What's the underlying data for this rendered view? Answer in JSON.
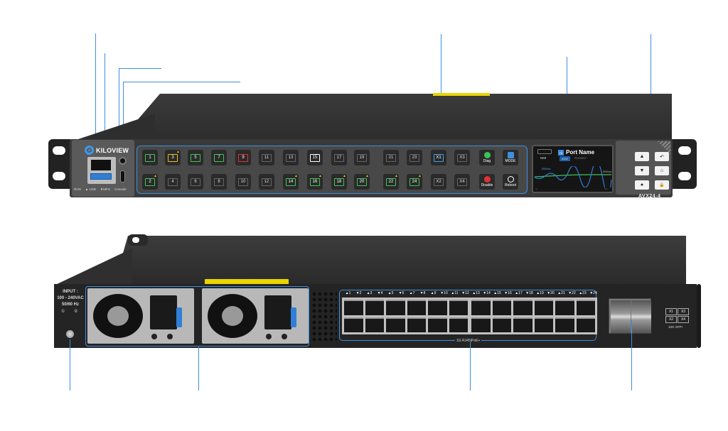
{
  "brand": "KILOVIEW",
  "model": "AVX24-4",
  "front": {
    "io_labels": [
      "RUN",
      "▲ USB",
      "▼MFG",
      "Console"
    ],
    "ports_top": [
      {
        "label": "1",
        "state": "green"
      },
      {
        "label": "3",
        "state": "yellow",
        "warn": true
      },
      {
        "label": "5",
        "state": "green"
      },
      {
        "label": "7",
        "state": "green"
      },
      {
        "label": "9",
        "state": "red"
      },
      {
        "label": "11",
        "state": "off"
      },
      {
        "label": "13",
        "state": "off"
      },
      {
        "label": "15",
        "state": "white"
      },
      {
        "label": "17",
        "state": "off"
      },
      {
        "label": "19",
        "state": "off"
      },
      {
        "label": "21",
        "state": "off"
      },
      {
        "label": "23",
        "state": "off"
      },
      {
        "label": "X1",
        "state": "blue"
      },
      {
        "label": "X3",
        "state": "off"
      }
    ],
    "ports_bottom": [
      {
        "label": "2",
        "state": "green",
        "warn": true
      },
      {
        "label": "4",
        "state": "off"
      },
      {
        "label": "6",
        "state": "off"
      },
      {
        "label": "8",
        "state": "off"
      },
      {
        "label": "10",
        "state": "off"
      },
      {
        "label": "12",
        "state": "off"
      },
      {
        "label": "14",
        "state": "green",
        "warn": true
      },
      {
        "label": "16",
        "state": "green",
        "warn": true
      },
      {
        "label": "18",
        "state": "green",
        "warn": true
      },
      {
        "label": "20",
        "state": "green",
        "warn": true
      },
      {
        "label": "22",
        "state": "green",
        "warn": true
      },
      {
        "label": "24",
        "state": "green",
        "warn": true
      },
      {
        "label": "X2",
        "state": "off"
      },
      {
        "label": "X4",
        "state": "off"
      }
    ],
    "func_buttons": {
      "diag": "Diag",
      "mode": "MODE",
      "disable": "Disable",
      "reboot": "Reboot"
    },
    "lcd": {
      "port_badge": "15",
      "port_name": "Port Name",
      "signal_label": "N60",
      "tab_active": "4002",
      "tab_other": "ROOM07",
      "line_label": "85Mbps",
      "max_label": "85Mbps",
      "axis_left": "0s",
      "axis_right": "60s"
    },
    "nav_buttons": {
      "up": "▲",
      "back": "↶",
      "down": "▼",
      "home": "⌂",
      "ok": "●",
      "lock": "🔒"
    }
  },
  "back": {
    "input_text": [
      "INPUT :",
      "100 - 240VAC",
      "50/60 Hz"
    ],
    "psu_labels": [
      "①",
      "②"
    ],
    "rj_top_labels_a": [
      "▲1",
      "▼2",
      "▲3",
      "▼4",
      "▲5",
      "▼6",
      "▲7",
      "▼8",
      "▲9",
      "▼10",
      "▲11",
      "▼12"
    ],
    "rj_top_labels_b": [
      "▲13",
      "▼14",
      "▲15",
      "▼16",
      "▲17",
      "▼18",
      "▲19",
      "▼20",
      "▲21",
      "▼22",
      "▲23",
      "▼24"
    ],
    "rj_caption": "1G RJ45|PoE+",
    "sfp_labels": [
      "X1",
      "X3",
      "X2",
      "X4"
    ],
    "sfp_caption": "10G SFP+"
  },
  "colors": {
    "callout": "#3d8fe0",
    "green": "#3ec256",
    "yellow": "#e5c21c",
    "red": "#e03232"
  }
}
